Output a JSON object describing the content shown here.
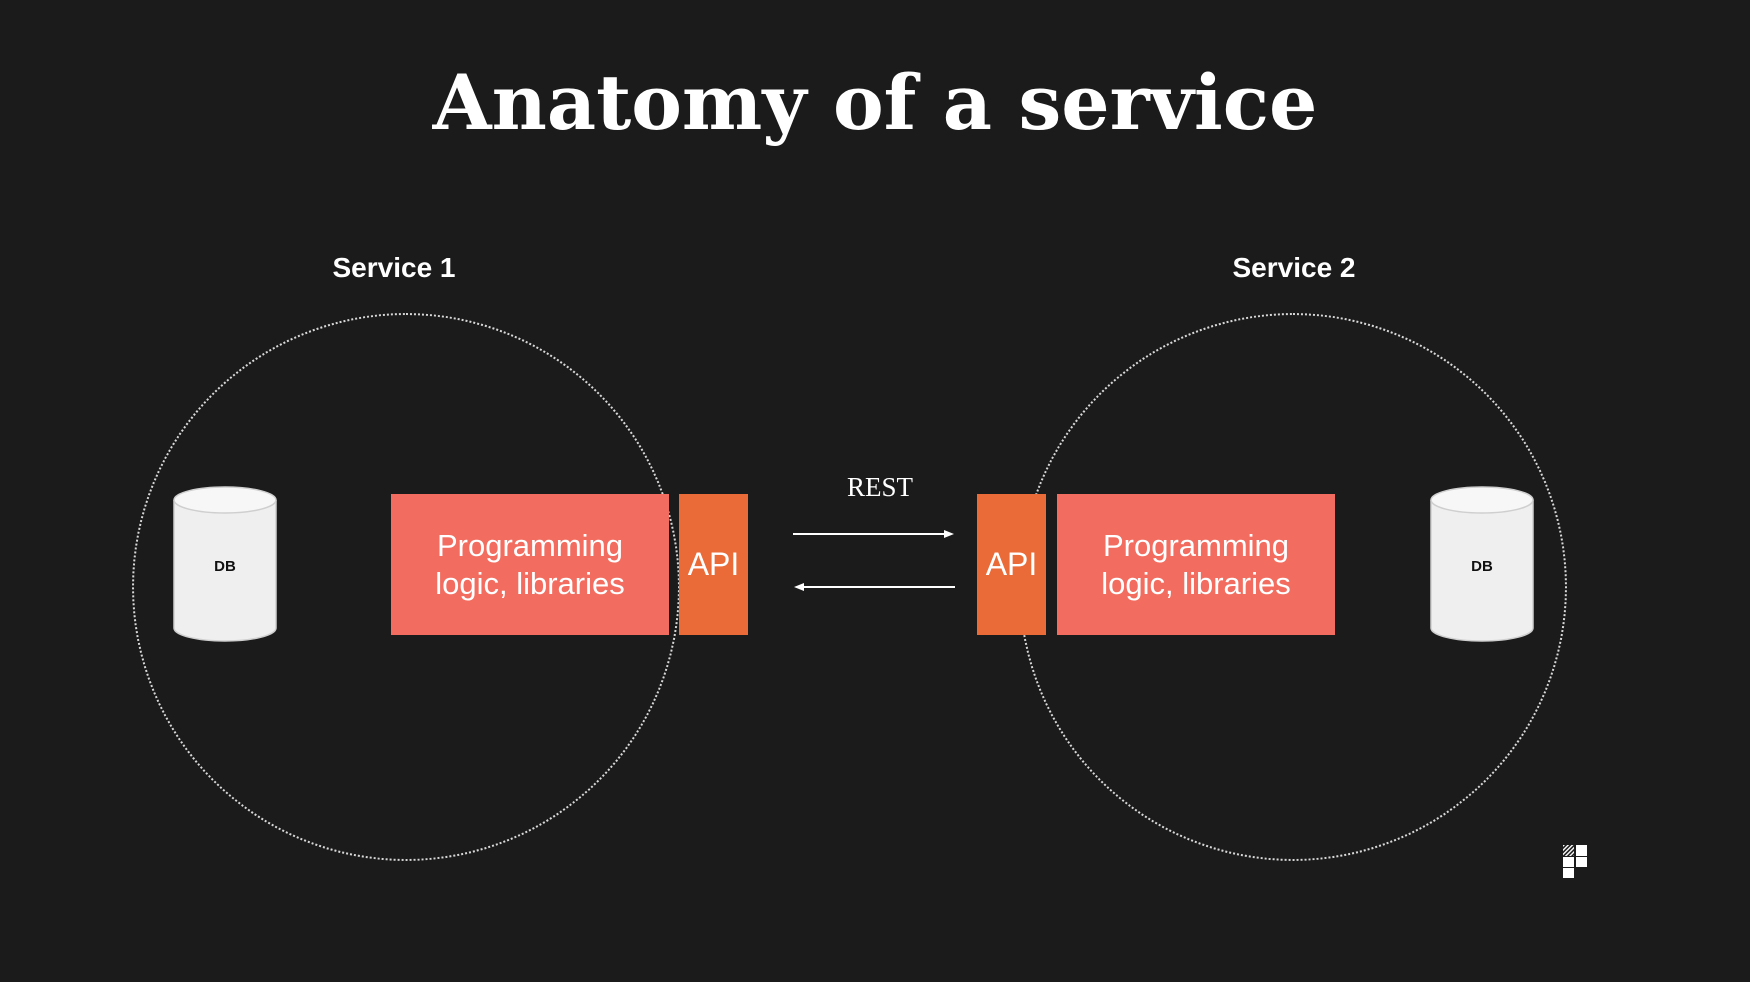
{
  "slide": {
    "title": "Anatomy of a service",
    "background": "#1b1b1b"
  },
  "colors": {
    "logic": "#f26d60",
    "api": "#ea6a38",
    "db": "#efefef",
    "text": "#ffffff"
  },
  "services": [
    {
      "label": "Service 1",
      "logic_label": "Programming logic, libraries",
      "api_label": "API",
      "db_label": "DB"
    },
    {
      "label": "Service 2",
      "logic_label": "Programming logic, libraries",
      "api_label": "API",
      "db_label": "DB"
    }
  ],
  "connection": {
    "label": "REST",
    "arrows": [
      "right-arrow",
      "left-arrow"
    ]
  },
  "logo": {
    "icon": "brand-logo-icon"
  }
}
